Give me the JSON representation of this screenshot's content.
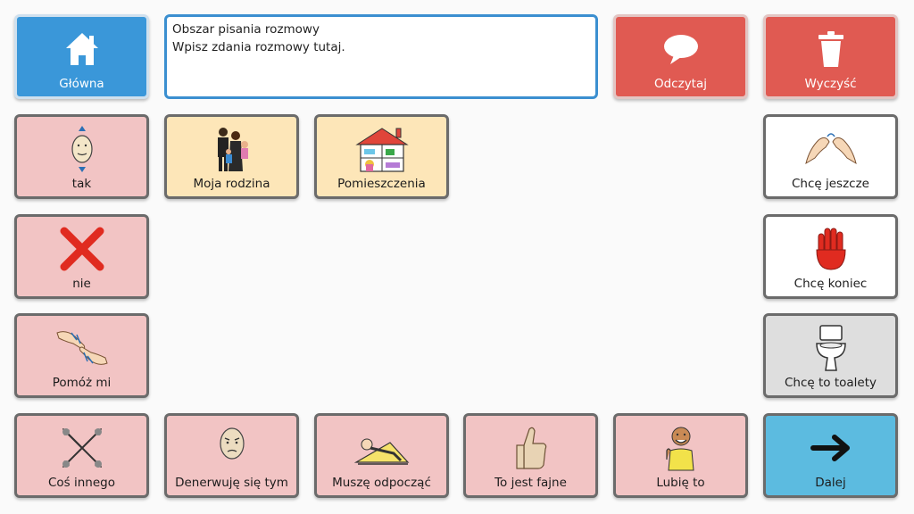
{
  "textarea": {
    "line1": "Obszar pisania rozmowy",
    "line2": "Wpisz zdania rozmowy tutaj."
  },
  "top": {
    "home_label": "Główna",
    "read_label": "Odczytaj",
    "clear_label": "Wyczyść"
  },
  "left": {
    "yes_label": "tak",
    "no_label": "nie",
    "help_label": "Pomóż mi",
    "other_label": "Coś innego"
  },
  "middle": {
    "family_label": "Moja rodzina",
    "rooms_label": "Pomieszczenia"
  },
  "right": {
    "more_label": "Chcę jeszcze",
    "end_label": "Chcę koniec",
    "toilet_label": "Chcę to toalety"
  },
  "bottom": {
    "annoyed_label": "Denerwuję się tym",
    "rest_label": "Muszę odpocząć",
    "cool_label": "To jest fajne",
    "like_label": "Lubię to",
    "next_label": "Dalej"
  },
  "colors": {
    "pink_tile": "#f2c4c4",
    "yellow_tile": "#fde6b8",
    "red_tile": "#e05a52",
    "blue_tile": "#3a97d9",
    "next_tile": "#5cbbe0"
  }
}
